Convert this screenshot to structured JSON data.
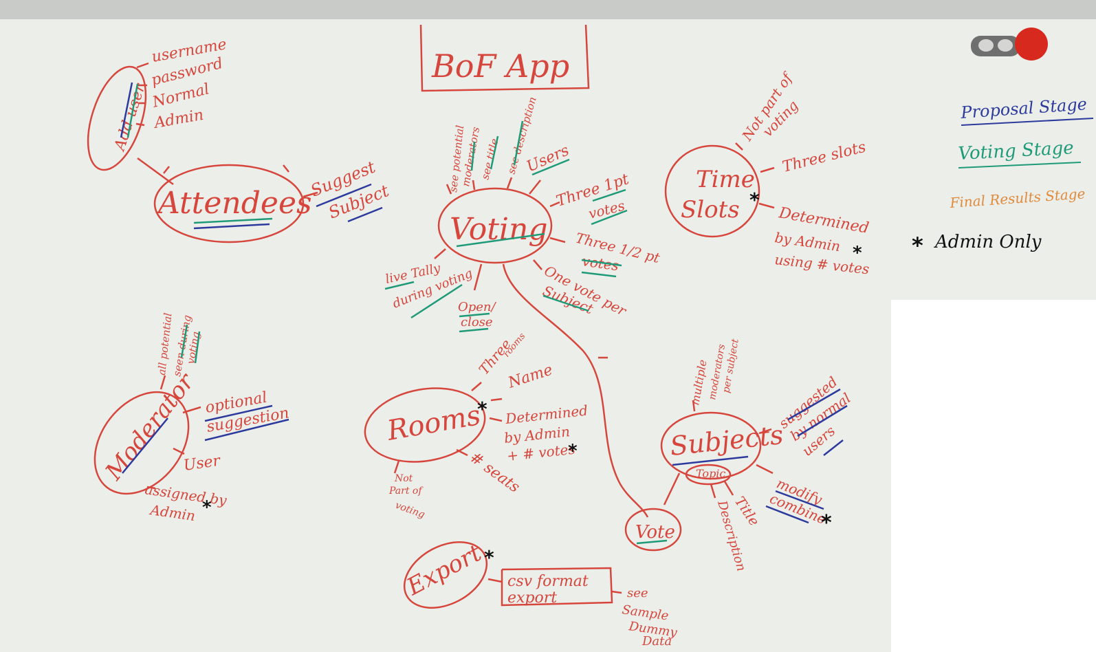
{
  "title": "BoF App",
  "legend": [
    {
      "label": "Proposal Stage",
      "color": "#2b3a9c"
    },
    {
      "label": "Voting Stage",
      "color": "#1f9a78"
    },
    {
      "label": "Final Results Stage",
      "color": "#e08a3c"
    },
    {
      "label": "Admin Only",
      "marker": "*",
      "color": "#111111"
    }
  ],
  "colors": {
    "ink_red": "#d6463c",
    "ink_blue": "#2b3a9c",
    "ink_green": "#1f9a78",
    "ink_black": "#111111",
    "board": "#eef0ec",
    "frame": "#c9cbc8",
    "magnet_red": "#d8291f",
    "magnet_gray": "#6f6f6f"
  },
  "nodes": {
    "attendees": "Attendees",
    "voting": "Voting",
    "time_slots": [
      "Time",
      "Slots"
    ],
    "moderator": "Moderator",
    "rooms": "Rooms",
    "subjects": "Subjects",
    "topic": "Topic",
    "vote": "Vote",
    "export": "Export"
  },
  "add_user": {
    "label": "Add user",
    "items": [
      "username",
      "password",
      "Normal",
      "Admin"
    ]
  },
  "attendees_branches": [
    "Suggest",
    "Subject"
  ],
  "voting_branches": {
    "see_potential": [
      "see potential",
      "moderators"
    ],
    "see_title": "see title",
    "see_description": "see description",
    "users": "Users",
    "three_votes": [
      "Three 1pt",
      "votes"
    ],
    "three_half_votes": [
      "Three 1/2 pt",
      "votes"
    ],
    "one_vote": [
      "One vote per",
      "Subject"
    ],
    "open_close": [
      "Open/",
      "close"
    ],
    "live_tally": [
      "live Tally",
      "during voting"
    ]
  },
  "time_slots_branches": {
    "not_part": [
      "Not part of",
      "voting"
    ],
    "three_slots": "Three slots",
    "determined": [
      "Determined",
      "by Admin",
      "using # votes"
    ]
  },
  "moderator_branches": {
    "all_potential": [
      "all potential",
      "seen during",
      "voting"
    ],
    "optional": [
      "optional",
      "suggestion"
    ],
    "user_assigned": [
      "User",
      "assigned by",
      "Admin"
    ]
  },
  "rooms_branches": {
    "three_rooms": [
      "Three",
      "rooms"
    ],
    "name": "Name",
    "determined": [
      "Determined",
      "by Admin",
      "+ # votes"
    ],
    "seats": "# seats",
    "not_part": [
      "Not",
      "Part of",
      "voting"
    ]
  },
  "subjects_branches": {
    "multiple_moderators": [
      "multiple",
      "moderators",
      "per subject"
    ],
    "suggested": [
      "suggested",
      "by normal",
      "users"
    ],
    "modify": [
      "modify",
      "combine"
    ],
    "title": "Title",
    "description": "Description"
  },
  "export_box": [
    "csv format",
    "export"
  ],
  "export_note": [
    "see",
    "Sample",
    "Dummy",
    "Data"
  ],
  "admin_marker": "*"
}
